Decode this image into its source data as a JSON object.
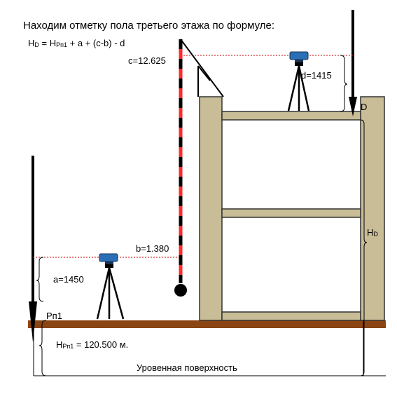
{
  "title": "Находим отметку пола третьего этажа по формуле:",
  "formula": {
    "h1": "H",
    "sub1": "D",
    "mid": " = H",
    "sub2": "Рп1",
    "rest": " + a + (c-b) - d"
  },
  "labels": {
    "c": "c=12.625",
    "d": "d=1415",
    "b": "b=1.380",
    "a": "a=1450",
    "point_d": "D",
    "hd_h": "H",
    "hd_sub": "D",
    "rp1": "Рп1",
    "hrp_h": "H",
    "hrp_sub": "Рп1",
    "hrp_value": " = 120.500 м.",
    "surface": "Уровенная поверхность"
  },
  "colors": {
    "ground": "#8b4513",
    "building": "#c8bd96",
    "building_stroke": "#333333",
    "sight_line": "#cc0000",
    "rod_red": "#ff2a2a",
    "rod_black": "#000000",
    "level_body": "#2a6fb5",
    "level_dark": "#1a3355"
  }
}
